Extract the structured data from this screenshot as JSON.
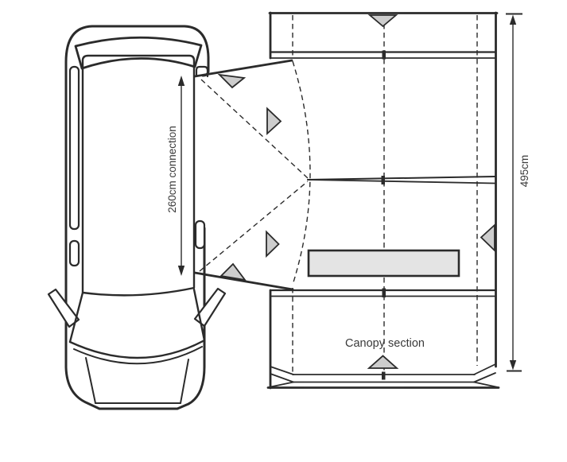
{
  "diagram": {
    "type": "awning-connection-floorplan",
    "labels": {
      "connection": "260cm connection",
      "awning_length": "495cm",
      "canopy": "Canopy section"
    },
    "dimensions": {
      "connection_width": "260cm",
      "awning_length": "495cm"
    },
    "colors": {
      "line": "#2b2b2b",
      "triangle_fill": "#cdcdcd",
      "window_fill": "#e4e4e4",
      "background": "#ffffff"
    }
  }
}
